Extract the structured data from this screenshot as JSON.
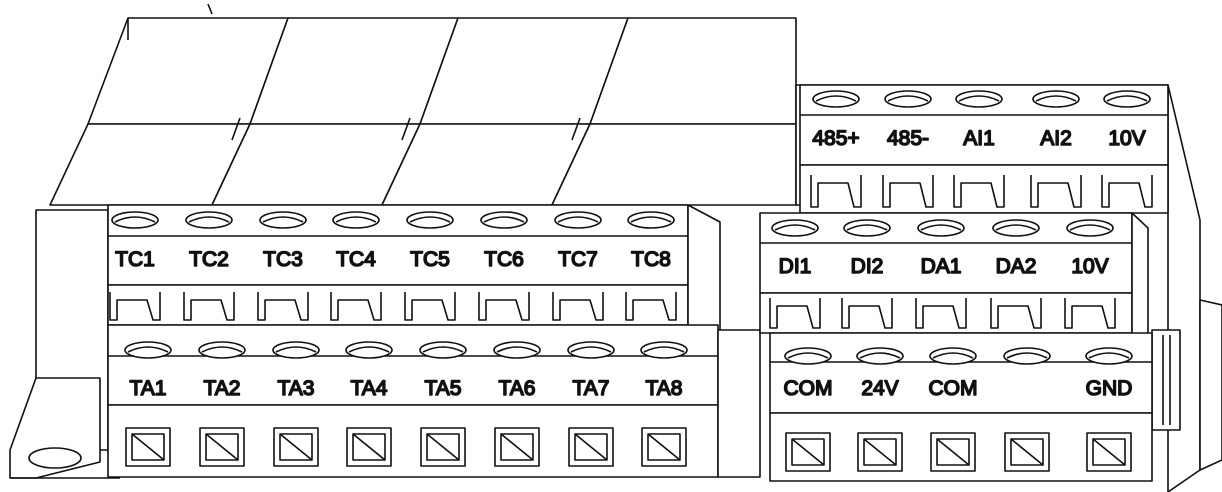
{
  "diagram": {
    "blocks": {
      "relay_tc": {
        "labels": [
          "TC1",
          "TC2",
          "TC3",
          "TC4",
          "TC5",
          "TC6",
          "TC7",
          "TC8"
        ]
      },
      "relay_ta": {
        "labels": [
          "TA1",
          "TA2",
          "TA3",
          "TA4",
          "TA5",
          "TA6",
          "TA7",
          "TA8"
        ]
      },
      "comm": {
        "labels": [
          "485+",
          "485-",
          "AI1",
          "AI2",
          "10V"
        ]
      },
      "digital": {
        "labels": [
          "DI1",
          "DI2",
          "DA1",
          "DA2",
          "10V"
        ]
      },
      "power": {
        "labels": [
          "COM",
          "24V",
          "COM",
          "",
          "GND"
        ]
      }
    }
  }
}
